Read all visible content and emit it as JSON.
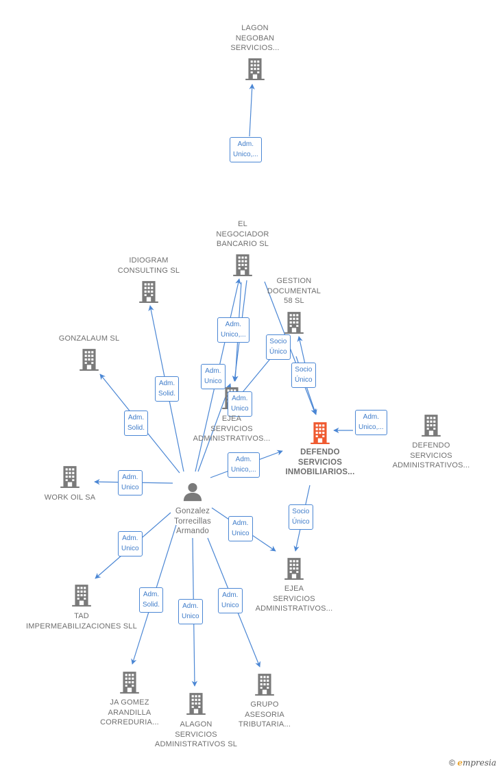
{
  "colors": {
    "edge": "#4a86d4",
    "building": "#7a7a7a",
    "building_highlight": "#ef5a30",
    "person": "#7a7a7a"
  },
  "nodes": [
    {
      "id": "lagon",
      "icon": "building-icon",
      "lines": [
        "LAGON",
        "NEGOBAN",
        "SERVICIOS..."
      ]
    },
    {
      "id": "el-negociador",
      "icon": "building-icon",
      "lines": [
        "EL",
        "NEGOCIADOR",
        "BANCARIO SL"
      ]
    },
    {
      "id": "idiogram",
      "icon": "building-icon",
      "lines": [
        "IDIOGRAM",
        "CONSULTING SL"
      ]
    },
    {
      "id": "gestion",
      "icon": "building-icon",
      "lines": [
        "GESTION",
        "DOCUMENTAL",
        "58 SL"
      ]
    },
    {
      "id": "gonzalaum",
      "icon": "building-icon",
      "lines": [
        "GONZALAUM SL"
      ]
    },
    {
      "id": "ejea-mid",
      "icon": "building-icon",
      "lines": [
        "EJEA",
        "SERVICIOS",
        "ADMINISTRATIVOS..."
      ]
    },
    {
      "id": "defendo-main",
      "icon": "building-icon",
      "highlight": true,
      "lines": [
        "DEFENDO",
        "SERVICIOS",
        "INMOBILIARIOS..."
      ]
    },
    {
      "id": "defendo-adm",
      "icon": "building-icon",
      "lines": [
        "DEFENDO",
        "SERVICIOS",
        "ADMINISTRATIVOS..."
      ]
    },
    {
      "id": "work-oil",
      "icon": "building-icon",
      "lines": [
        "WORK OIL SA"
      ]
    },
    {
      "id": "person",
      "icon": "person-icon",
      "lines": [
        "Gonzalez",
        "Torrecillas",
        "Armando"
      ]
    },
    {
      "id": "ejea-low",
      "icon": "building-icon",
      "lines": [
        "EJEA",
        "SERVICIOS",
        "ADMINISTRATIVOS..."
      ]
    },
    {
      "id": "tad",
      "icon": "building-icon",
      "lines": [
        "TAD",
        "IMPERMEABILIZACIONES SLL"
      ]
    },
    {
      "id": "ja-gomez",
      "icon": "building-icon",
      "lines": [
        "JA GOMEZ",
        "ARANDILLA",
        "CORREDURIA..."
      ]
    },
    {
      "id": "alagon",
      "icon": "building-icon",
      "lines": [
        "ALAGON",
        "SERVICIOS",
        "ADMINISTRATIVOS SL"
      ]
    },
    {
      "id": "grupo",
      "icon": "building-icon",
      "lines": [
        "GRUPO",
        "ASESORIA",
        "TRIBUTARIA..."
      ]
    }
  ],
  "edges": [
    {
      "from": "el-negociador",
      "to": "lagon",
      "lines": [
        "Adm.",
        "Unico,..."
      ]
    },
    {
      "from": "person",
      "to": "el-negociador",
      "lines": [
        "Adm.",
        "Unico,..."
      ]
    },
    {
      "from": "el-negociador",
      "to": "ejea-mid",
      "lines": [
        "Adm.",
        "Unico"
      ]
    },
    {
      "from": "person",
      "to": "idiogram",
      "lines": [
        "Adm.",
        "Solid."
      ]
    },
    {
      "from": "person",
      "to": "gonzalaum",
      "lines": [
        "Adm.",
        "Solid."
      ]
    },
    {
      "from": "ejea-mid",
      "to": "gestion",
      "lines": [
        "Socio",
        "Único"
      ]
    },
    {
      "from": "el-negociador",
      "to": "defendo-main",
      "lines": [
        "Socio",
        "Único"
      ]
    },
    {
      "from": "person",
      "to": "ejea-mid",
      "lines": [
        "Adm.",
        "Unico"
      ]
    },
    {
      "from": "person",
      "to": "defendo-main",
      "lines": [
        "Adm.",
        "Unico,..."
      ]
    },
    {
      "from": "defendo-adm",
      "to": "defendo-main",
      "lines": [
        "Adm.",
        "Unico,..."
      ]
    },
    {
      "from": "person",
      "to": "work-oil",
      "lines": [
        "Adm.",
        "Unico"
      ]
    },
    {
      "from": "defendo-main",
      "to": "ejea-low",
      "lines": [
        "Socio",
        "Único"
      ]
    },
    {
      "from": "person",
      "to": "ejea-low",
      "lines": [
        "Adm.",
        "Unico"
      ]
    },
    {
      "from": "person",
      "to": "tad",
      "lines": [
        "Adm.",
        "Unico"
      ]
    },
    {
      "from": "person",
      "to": "ja-gomez",
      "lines": [
        "Adm.",
        "Solid."
      ]
    },
    {
      "from": "person",
      "to": "alagon",
      "lines": [
        "Adm.",
        "Unico"
      ]
    },
    {
      "from": "person",
      "to": "grupo",
      "lines": [
        "Adm.",
        "Unico"
      ]
    }
  ],
  "footer": {
    "copyright": "©",
    "brand_initial": "e",
    "brand_rest": "mpresia"
  }
}
